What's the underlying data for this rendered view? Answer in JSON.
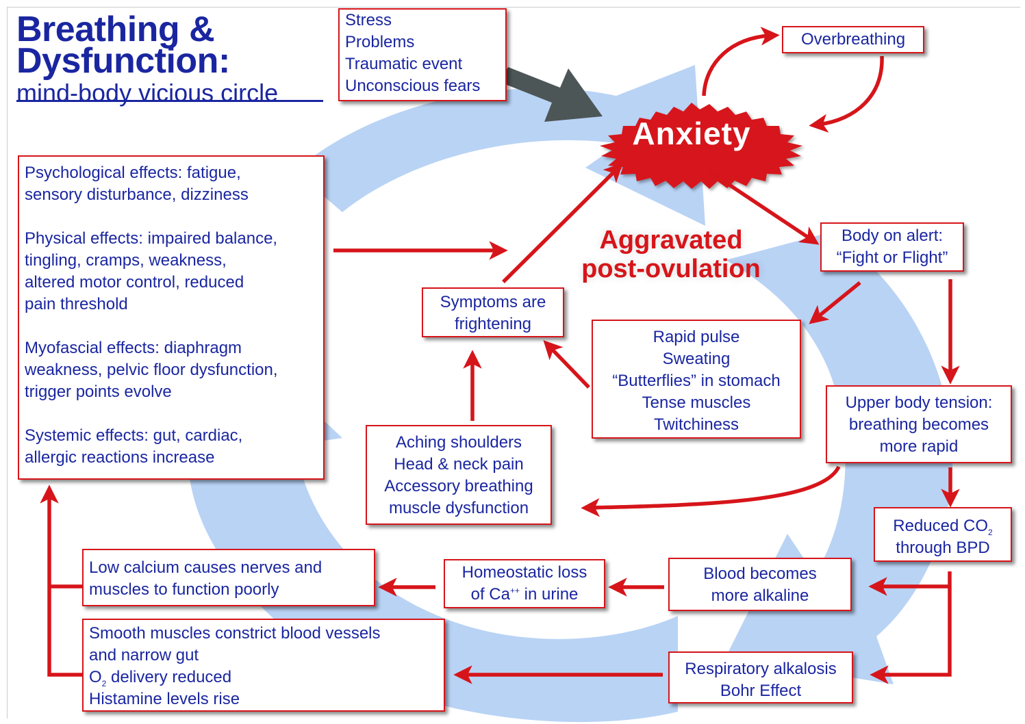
{
  "title": {
    "line1": "Breathing &",
    "line2": "Dysfunction:",
    "subtitle": "mind-body vicious circle"
  },
  "center_label": {
    "line1": "Aggravated",
    "line2": "post-ovulation"
  },
  "anxiety": "Anxiety",
  "boxes": {
    "triggers": [
      "Stress",
      "Problems",
      "Traumatic event",
      "Unconscious fears"
    ],
    "overbreathing": "Overbreathing",
    "body_alert": [
      "Body on alert:",
      "“Fight or Flight”"
    ],
    "rapid_pulse": [
      "Rapid pulse",
      "Sweating",
      "“Butterflies” in stomach",
      "Tense muscles",
      "Twitchiness"
    ],
    "symptoms": [
      "Symptoms are",
      "frightening"
    ],
    "upper_body": [
      "Upper body tension:",
      "breathing becomes",
      "more rapid"
    ],
    "reduced_co2": {
      "line1_pre": "Reduced CO",
      "line1_sub": "2",
      "line2": "through BPD"
    },
    "aching": [
      "Aching shoulders",
      "Head & neck pain",
      "Accessory breathing",
      "muscle dysfunction"
    ],
    "effects": [
      [
        "Psychological effects: fatigue,",
        "sensory disturbance, dizziness"
      ],
      [
        "Physical effects: impaired balance,",
        "tingling, cramps, weakness,",
        "altered motor control, reduced",
        "pain threshold"
      ],
      [
        "Myofascial effects: diaphragm",
        "weakness, pelvic floor dysfunction,",
        "trigger points evolve"
      ],
      [
        "Systemic effects: gut, cardiac,",
        "allergic reactions increase"
      ]
    ],
    "blood": [
      "Blood becomes",
      "more alkaline"
    ],
    "homeostatic": {
      "line1": "Homeostatic loss",
      "line2_pre": "of Ca",
      "line2_sup": "++",
      "line2_post": " in urine"
    },
    "low_calcium": [
      "Low calcium causes nerves and",
      "muscles to function poorly"
    ],
    "respiratory": [
      "Respiratory alkalosis",
      "Bohr Effect"
    ],
    "smooth": {
      "line1": "Smooth muscles constrict blood vessels",
      "line2": "and narrow gut",
      "line3_pre": "O",
      "line3_sub": "2",
      "line3_post": " delivery reduced",
      "line4": "Histamine levels rise"
    }
  },
  "colors": {
    "accent_red": "#d6151a",
    "text_blue": "#1a26a0",
    "cycle_blue": "#b9d3f5",
    "gray_arrow": "#4d5656"
  }
}
